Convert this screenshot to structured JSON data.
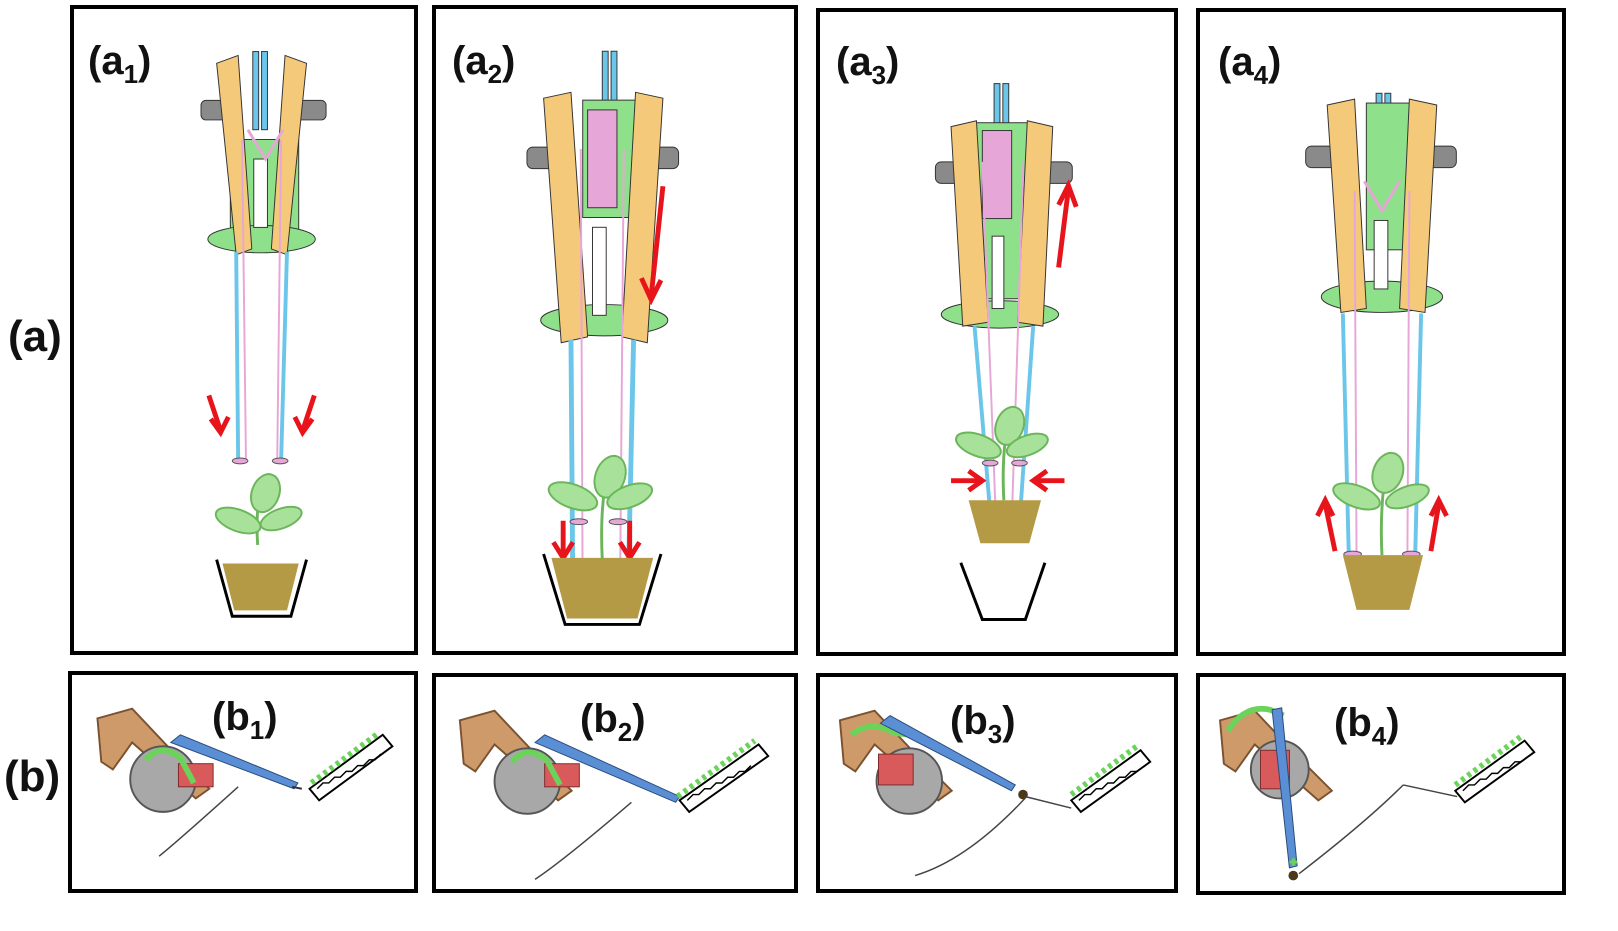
{
  "rows": [
    {
      "label": "(a)",
      "name": "row-a"
    },
    {
      "label": "(b)",
      "name": "row-b"
    }
  ],
  "panels_a": [
    {
      "id": "a1",
      "letter": "(a",
      "sub": "1",
      "close": ")",
      "phase": "descend"
    },
    {
      "id": "a2",
      "letter": "(a",
      "sub": "2",
      "close": ")",
      "phase": "insert"
    },
    {
      "id": "a3",
      "letter": "(a",
      "sub": "3",
      "close": ")",
      "phase": "grip"
    },
    {
      "id": "a4",
      "letter": "(a",
      "sub": "4",
      "close": ")",
      "phase": "release"
    }
  ],
  "panels_b": [
    {
      "id": "b1",
      "letter": "(b",
      "sub": "1",
      "close": ")",
      "arm": "reach"
    },
    {
      "id": "b2",
      "letter": "(b",
      "sub": "2",
      "close": ")",
      "arm": "pick"
    },
    {
      "id": "b3",
      "letter": "(b",
      "sub": "3",
      "close": ")",
      "arm": "lift"
    },
    {
      "id": "b4",
      "letter": "(b",
      "sub": "4",
      "close": ")",
      "arm": "plant"
    }
  ],
  "colors": {
    "frame": "#f5c97a",
    "frame_stroke": "#9a7a3a",
    "green_body": "#8fe08a",
    "needle": "#6cc6ea",
    "pink": "#e7a6d8",
    "soil": "#b59a45",
    "arrow": "#e8141c",
    "bolt": "#8a8a8a",
    "leaf": "#a8e29a",
    "brown_link": "#cf9a6a",
    "red_part": "#d95a5a",
    "blue_arm": "#5a8fd6",
    "gray_disc": "#a8a8a8"
  }
}
